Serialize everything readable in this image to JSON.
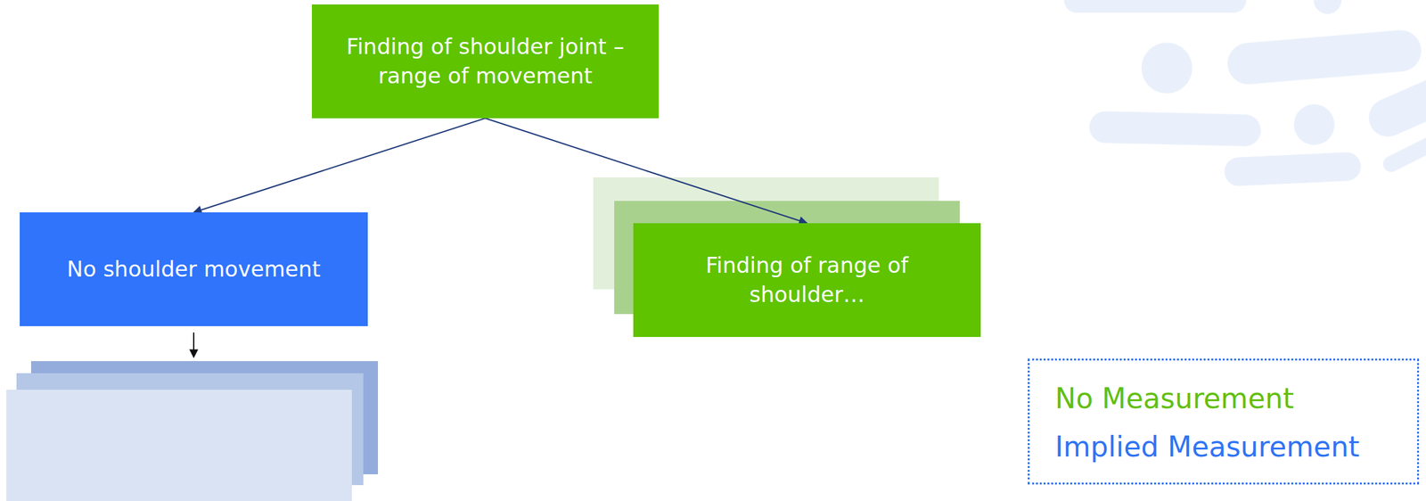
{
  "diagram": {
    "nodes": [
      {
        "text": [
          "Finding of shoulder joint – range of movement"
        ]
      },
      {
        "text": [
          "No shoulder movement"
        ]
      },
      {
        "text": [
          "Finding of range of shoulder…"
        ]
      }
    ],
    "edges": [
      {
        "from": 0,
        "to": 1,
        "arrow": "to"
      },
      {
        "from": 0,
        "to": 2,
        "arrow": "to"
      }
    ],
    "legend": [
      {
        "text": "No Measurement",
        "color": "#62bf10"
      },
      {
        "text": "Implied Measurement",
        "color": "#2f74f5"
      }
    ]
  }
}
